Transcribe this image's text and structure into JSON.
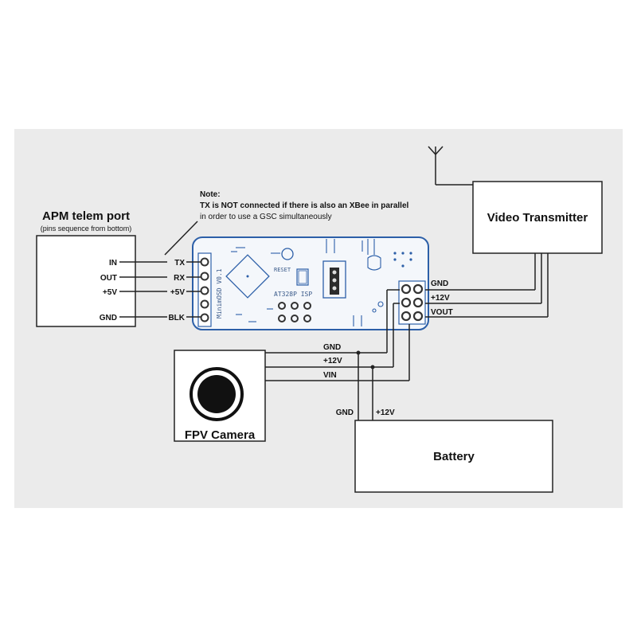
{
  "apm": {
    "title": "APM telem port",
    "subtitle": "(pins sequence from bottom)",
    "pins": [
      "IN",
      "OUT",
      "+5V",
      "GND"
    ]
  },
  "note": {
    "heading": "Note:",
    "line1": "TX is NOT connected if there is also an XBee in parallel",
    "line2": "in order to use a GSC simultaneously"
  },
  "osd": {
    "pins": [
      "TX",
      "RX",
      "+5V",
      "BLK"
    ],
    "board_name": "MinimOSD V0.1",
    "chip_label": "AT328P ISP",
    "reset_label": "RESET",
    "header_labels": [
      "GND",
      "+12V",
      "VOUT"
    ]
  },
  "video_tx": {
    "label": "Video Transmitter"
  },
  "camera": {
    "label": "FPV Camera",
    "wires": [
      "GND",
      "+12V",
      "VIN"
    ]
  },
  "battery": {
    "label": "Battery",
    "wires": [
      "GND",
      "+12V"
    ]
  },
  "colors": {
    "background": "#ebebeb",
    "line": "#222222",
    "pcb_blue": "#2c5fa8",
    "pcb_fill": "#f4f7fb"
  }
}
